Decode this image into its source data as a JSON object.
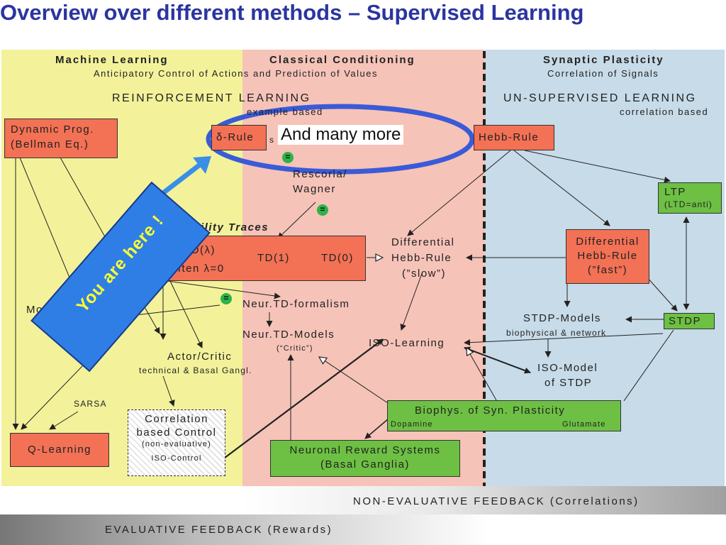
{
  "title": "Overview over different methods – Supervised Learning",
  "columns": {
    "machine_learning": {
      "title": "Machine Learning",
      "subtitle": "Anticipatory Control of Actions and Prediction of Values"
    },
    "classical_conditioning": {
      "title": "Classical Conditioning"
    },
    "synaptic_plasticity": {
      "title": "Synaptic Plasticity",
      "subtitle": "Correlation of Signals"
    }
  },
  "reinforcement": {
    "label": "REINFORCEMENT LEARNING",
    "sub": "example based"
  },
  "unsupervised": {
    "label": "UN-SUPERVISED LEARNING",
    "sub": "correlation based"
  },
  "nodes": {
    "dynamic_prog": {
      "line1": "Dynamic Prog.",
      "line2": "(Bellman Eq.)"
    },
    "delta_rule": {
      "label": "δ-Rule",
      "suffix": "s"
    },
    "hebb_rule": {
      "label": "Hebb-Rule"
    },
    "rescorla": {
      "line1": "Rescorla/",
      "line2": "Wagner"
    },
    "ltp": {
      "line1": "LTP",
      "line2": "(LTD=anti)"
    },
    "eligibility": {
      "label": "gibility Traces"
    },
    "td_box": {
      "td_lambda": "TD(λ)",
      "often": "often λ=0",
      "td1": "TD(1)",
      "td0": "TD(0)"
    },
    "diff_hebb_slow": {
      "line1": "Differential",
      "line2": "Hebb-Rule",
      "line3": "(”slow”)"
    },
    "diff_hebb_fast": {
      "line1": "Differential",
      "line2": "Hebb-Rule",
      "line3": "(”fast”)"
    },
    "mc_partial": {
      "line1": "Mo",
      "line2": "Co"
    },
    "neur_td_formalism": {
      "label": "Neur.TD-formalism"
    },
    "stdp_models": {
      "label": "STDP-Models",
      "sub": "biophysical & network"
    },
    "stdp": {
      "label": "STDP"
    },
    "neur_td_models": {
      "label": "Neur.TD-Models",
      "sub": "(“Critic”)"
    },
    "iso_learning": {
      "label": "ISO-Learning"
    },
    "actor_critic": {
      "label": "Actor/Critic",
      "sub": "technical & Basal Gangl."
    },
    "iso_model": {
      "line1": "ISO-Model",
      "line2": "of STDP"
    },
    "sarsa": {
      "label": "SARSA"
    },
    "correlation_control": {
      "line1": "Correlation",
      "line2": "based Control",
      "line3": "(non-evaluative)",
      "line4": "ISO-Control"
    },
    "biophys": {
      "label": "Biophys. of Syn. Plasticity",
      "left": "Dopamine",
      "right": "Glutamate"
    },
    "q_learning": {
      "label": "Q-Learning"
    },
    "neuronal_reward": {
      "line1": "Neuronal Reward Systems",
      "line2": "(Basal Ganglia)"
    }
  },
  "callouts": {
    "many_more": "And many more",
    "you_are_here": "You are here !",
    "eq_sign": "="
  },
  "feedback": {
    "non_evaluative": "NON-EVALUATIVE FEEDBACK (Correlations)",
    "evaluative": "EVALUATIVE FEEDBACK (Rewards)"
  },
  "colors": {
    "title": "#2b35a0",
    "yellow": "#f3f29a",
    "pink": "#f6c3b8",
    "blue": "#c7dbe8",
    "node_red": "#f37155",
    "node_green": "#6dc043",
    "ellipse": "#3a5bd8"
  }
}
